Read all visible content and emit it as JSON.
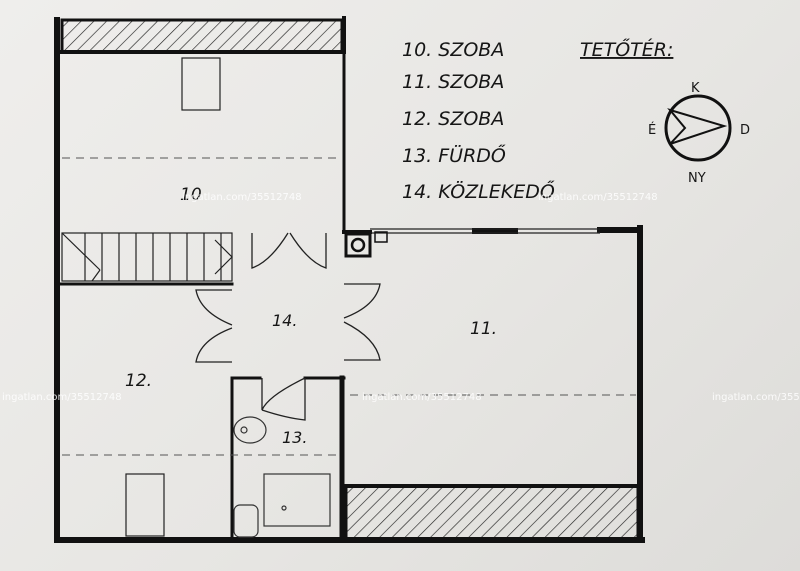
{
  "legend": {
    "title": "TETŐTÉR:",
    "items": [
      "10. SZOBA",
      "11. SZOBA",
      "12. SZOBA",
      "13. FÜRDŐ",
      "14. KÖZLEKEDŐ"
    ]
  },
  "compass": {
    "north": "K",
    "west": "É",
    "east": "D",
    "south": "NY"
  },
  "rooms": [
    "10",
    "11.",
    "12.",
    "13.",
    "14."
  ],
  "watermark": "ingatlan.com/35512748",
  "colors": {
    "ink": "#161616",
    "paper": "#ecebe8"
  }
}
